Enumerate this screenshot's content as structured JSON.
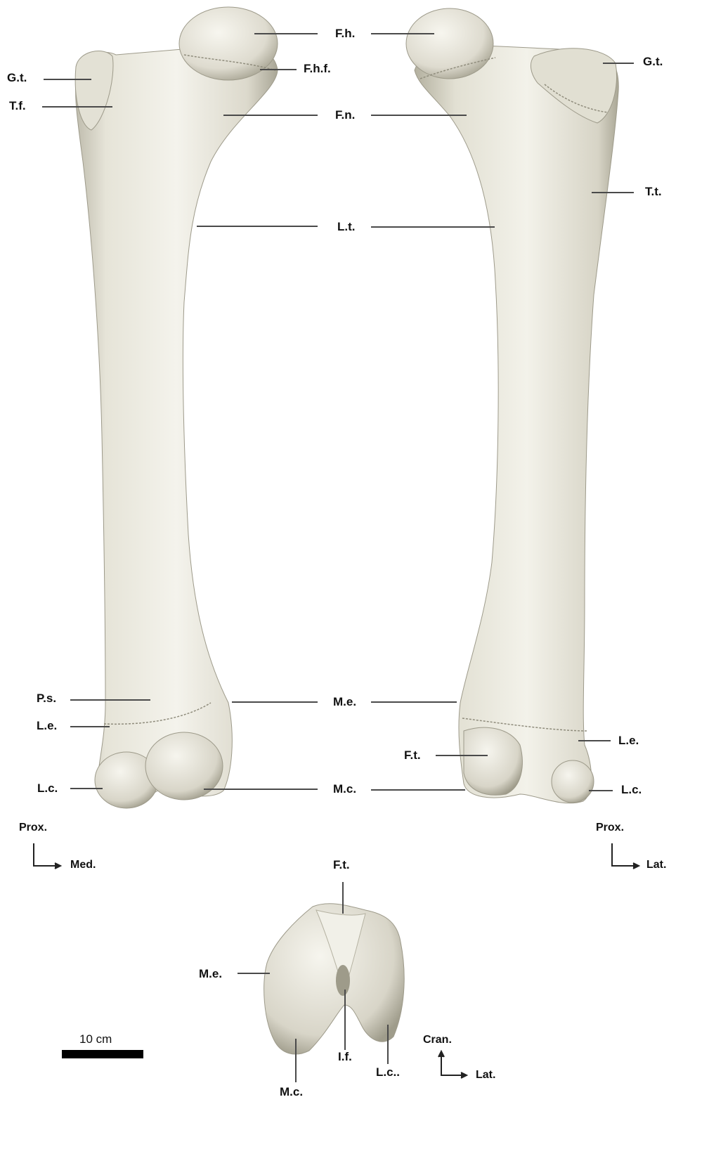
{
  "labels": {
    "fh": "F.h.",
    "fhf": "F.h.f.",
    "fn": "F.n.",
    "gt": "G.t.",
    "tf": "T.f.",
    "tt": "T.t.",
    "lt": "L.t.",
    "ps": "P.s.",
    "le": "L.e.",
    "lc": "L.c.",
    "me": "M.e.",
    "mc": "M.c.",
    "ft": "F.t.",
    "if": "I.f.",
    "lc_distal": "L.c.."
  },
  "orientation": {
    "caudal_view": {
      "vertical": "Prox.",
      "horizontal": "Med."
    },
    "cranial_view": {
      "vertical": "Prox.",
      "horizontal": "Lat."
    },
    "distal_view": {
      "vertical": "Cran.",
      "horizontal": "Lat."
    }
  },
  "scale_bar": {
    "label": "10 cm"
  },
  "colors": {
    "bone": "#e9e7dc",
    "bone_shadow": "#b9b6a8",
    "text": "#111111",
    "line": "#4a4a4a"
  }
}
